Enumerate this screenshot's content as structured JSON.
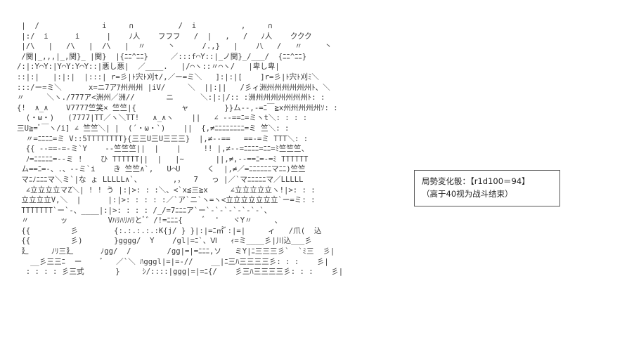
{
  "ascii_art": " |  /              i     ∩          /  i          ,     ∩\n |:/  i      i      |    ﾉ人    フフフ   /  |   ,   /   ﾉ人    ククク\n |/\\   |   /\\   |  /\\   |  〃     丶      /.,}   |    八   /   〃     丶\n /関|_,,,|_,関}_ |関}  |{ﾆﾆ^ﾆﾆ}     ／:::f⌒Y::|_ノ関}_/___/  {ﾆﾆ^ﾆﾆ}\n/:|:Y⌒Y:|Y⌒Y:Y⌒Y::|悪し悪|  ／____.   |/⌒ヽ::〃⌒ヽ/   |卑し卑|\n::|:|   |:|:|  |:::| r=彡|ﾄ宍ﾄ刈t/,／ー=ミ＼   ]:|:|[    ]r=彡|ﾄ宍ﾄ刈ﾐ＼\n:::/ー=ミ＼      x=ニ7アｱ州州州 |iV/     ＼  ||:||   /彡ィ洲州州州州州州ﾄ、＼\n〃     ＼ヽ./777ア<洲州／洲//       ニ      ＼:|:|/:: :洲州州州州州州州ﾄ: :\n{!  ∧_∧    V7777竺笑× 竺竺|{          ャ        }}ム--,-=ﾆ￣≧x州州州州州ｿ: :\n  (・ω・)   (7777|TT／ヽ＼TT!   ∧_∧ヽ    ||   ∠ --==ﾆ=ミヽt＼: : : :\n三U≧=ﾞ￣ヽ/i] ∠ 竺竺＼| |  (´・ω・`)    ||  {,≠ﾆﾆﾆﾆﾆﾆﾆﾆ=ミ 竺＼: :\n  〃=ﾆﾆﾆﾆ=ミ V::5TTTTTTTT}{三三U三U三三三}  |,≠--==   ==-=ミ TTT＼: :\n  {{ --==-=-ミ`Y    --竺竺竺||  |    |     !! |,≠--=ﾆﾆﾆﾆ=ﾆﾆ=ﾐ竺竺竺、\n  ﾉ=ﾆﾆﾆﾆﾆ=--ミ !    ひ TTTTTT||  |   |~       ||,≠,--==ﾆ=-=ﾐ TTTTTT\n ム==ﾆ=-、.、--ミ`i    き 竺竺∧`,   U⌒U      く  |,≠／=ﾆﾆﾆﾆﾆﾆマﾆﾆ)竺竺\n マﾆﾉﾆﾆﾆマ＼ミ`|な ょ LLLLL∧`、       ,，  7   っ |／`マﾆﾆﾆﾆﾆマ／LLLLL\n  ∠立立立立マZ＼| ! ! う |:|>: : :＼、<`x≦三≧x     ∠立立立立立ヽ!|>: : :\n 立立立立V,＼  |      |:|>: : : : :／`ア`ニ`ヽ=ヽ<立立立立立立立`ー=ミ: :\n TTTTTTT`ー`-、____|:|>: : : : /_/=7ﾆﾆﾆア`ー`‐`‐`‐`‐`‐`‐`、\n 〃       ッ         Vﾊﾘﾊﾘﾊﾘとﾞ゛/!=ﾆﾆﾆ{     ﾞ  '   ヾY〃     、\n {{         彡        {:.:.:.:.:K{j/ } }|:|=ﾆ㎡ﾞ:|=|     ィ   /爪(  込\n {{         彡)       }gggg/  Y    /gl|=ﾆ`、Ⅵ   ｨ=ミ____彡|川込___彡\n 廴     ﾉﾘ三廴      ﾉgg/  /        /gg|=|=ﾆﾆﾆ,ソ   ミY|ﾆ三三三彡`  `ﾐ三  彡|\n   __彡三三ﾆ  ー    ゛  ／`＼ ﾊgggl|=|=-//    __|ﾆ三ﾊ三三三三彡: : :    彡|\n  : : : : 彡三式       }     ｼ/::::|ggg|=|=ﾆ{/    彡三ﾊ三三三三彡: : :    彡|",
  "status": {
    "title_label": "局勢変化骰：",
    "formula": "【r1d100＝94】",
    "note": "（高于40视为战斗结束）"
  }
}
